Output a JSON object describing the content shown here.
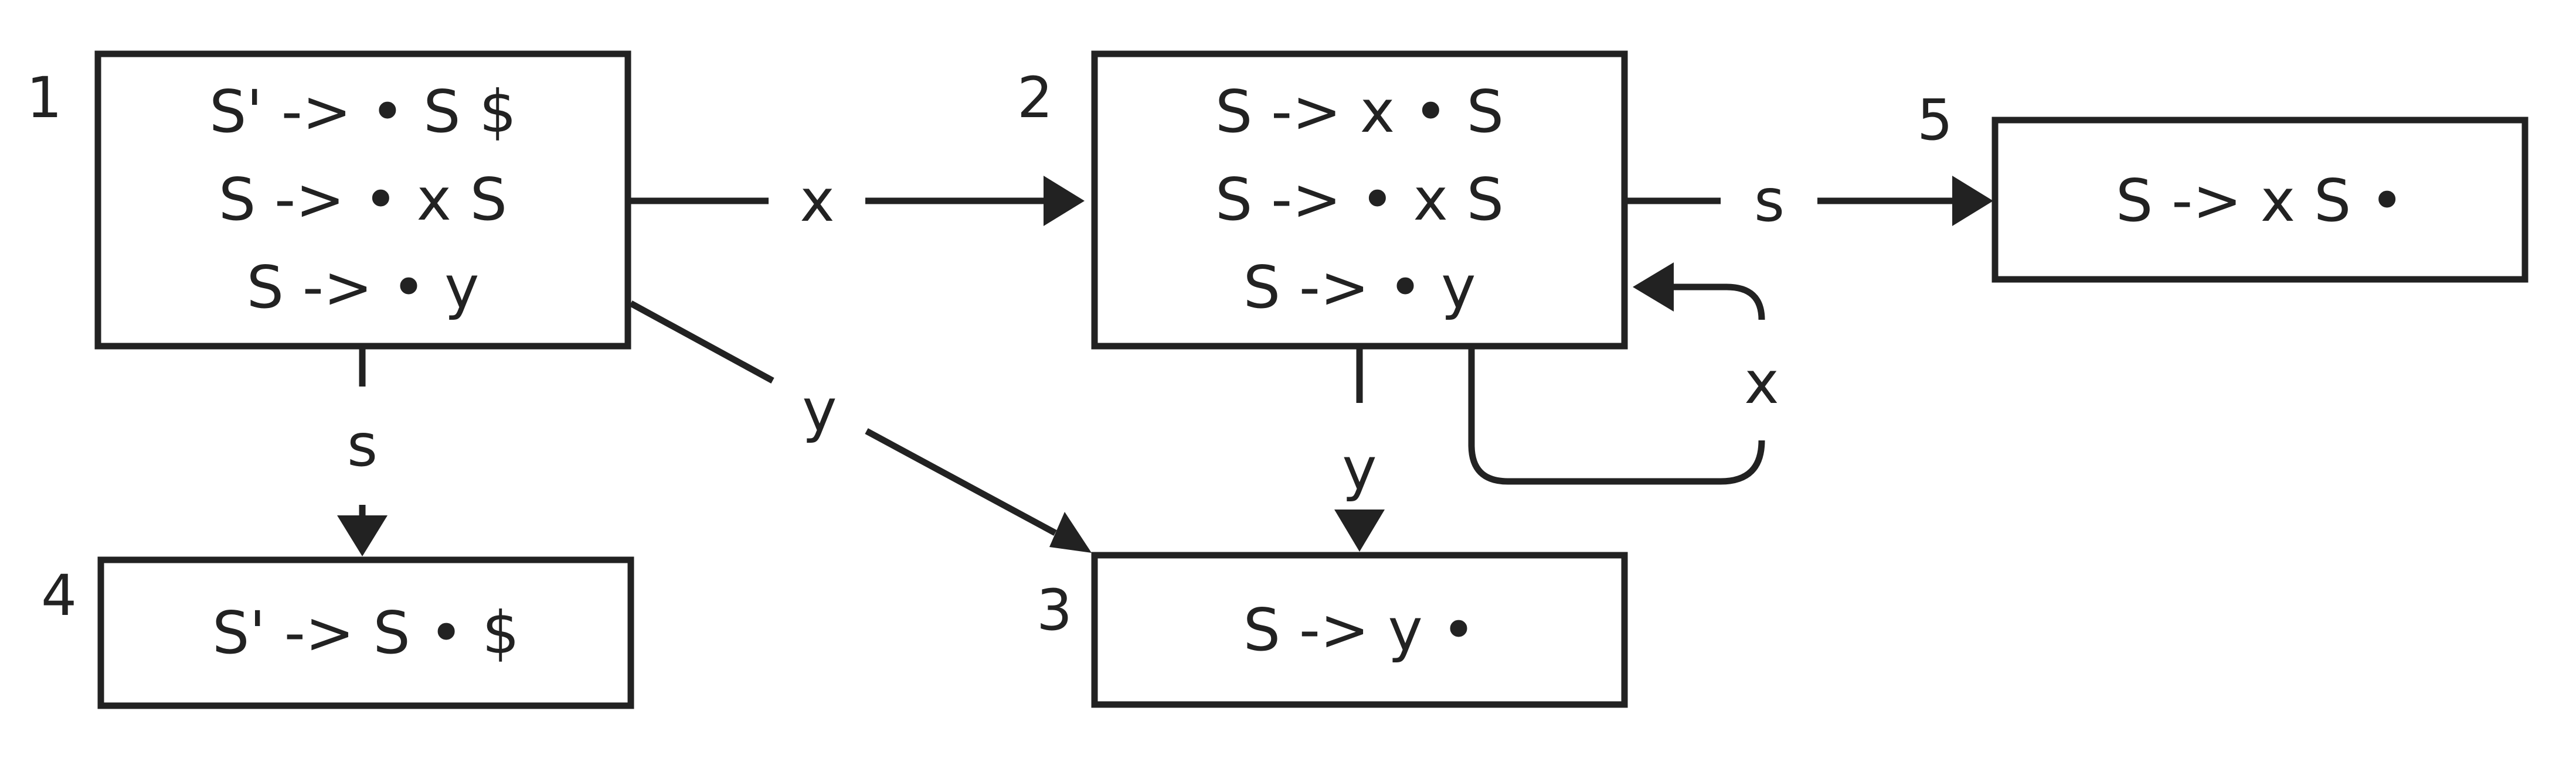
{
  "states": [
    {
      "id": "1",
      "number": "1",
      "items": [
        "S' -> • S $",
        "S -> • x S",
        "S -> • y"
      ]
    },
    {
      "id": "2",
      "number": "2",
      "items": [
        "S -> x • S",
        "S -> • x S",
        "S -> • y"
      ]
    },
    {
      "id": "3",
      "number": "3",
      "items": [
        "S -> y •"
      ]
    },
    {
      "id": "4",
      "number": "4",
      "items": [
        "S' -> S • $"
      ]
    },
    {
      "id": "5",
      "number": "5",
      "items": [
        "S -> x S •"
      ]
    }
  ],
  "transitions": [
    {
      "from": "1",
      "to": "2",
      "label": "x"
    },
    {
      "from": "1",
      "to": "3",
      "label": "y"
    },
    {
      "from": "1",
      "to": "4",
      "label": "s"
    },
    {
      "from": "2",
      "to": "5",
      "label": "s"
    },
    {
      "from": "2",
      "to": "3",
      "label": "y"
    },
    {
      "from": "2",
      "to": "2",
      "label": "x"
    }
  ]
}
